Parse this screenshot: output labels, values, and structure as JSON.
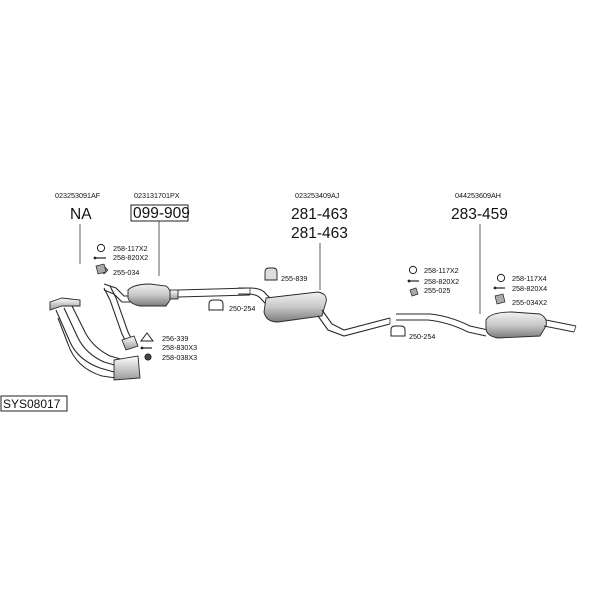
{
  "diagram_code": "SYS08017",
  "sections": [
    {
      "ref": "023253091AF",
      "number": "NA",
      "number2": ""
    },
    {
      "ref": "023131701PX",
      "number": "099-909",
      "number2": ""
    },
    {
      "ref": "023253409AJ",
      "number": "281-463",
      "number2": "281-463"
    },
    {
      "ref": "044253609AH",
      "number": "283-459",
      "number2": ""
    }
  ],
  "parts": {
    "p1": "258-117X2",
    "p2": "258-820X2",
    "p3": "255-034",
    "p4": "256-339",
    "p5": "258-830X3",
    "p6": "258-038X3",
    "p7": "250-254",
    "p8": "255-839",
    "p9": "250-254",
    "p10": "258-117X2",
    "p11": "258-820X2",
    "p12": "255-025",
    "p13": "258-117X4",
    "p14": "258-820X4",
    "p15": "255-034X2"
  },
  "colors": {
    "line": "#2a2a2a",
    "part_fill": "#d9d9d9",
    "part_shadow": "#8c8c8c"
  }
}
